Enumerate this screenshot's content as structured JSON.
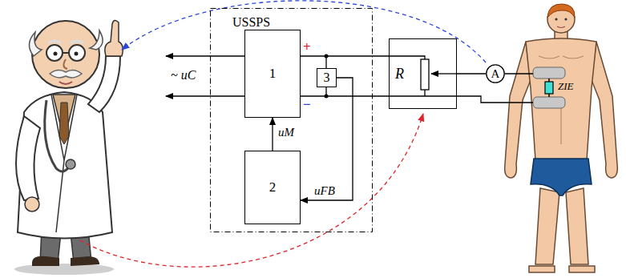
{
  "diagram": {
    "nodes": [
      {
        "text": [
          "USSPS"
        ]
      },
      {
        "text": [
          "1"
        ],
        "in": 0
      },
      {
        "text": [
          "2"
        ],
        "in": 0
      },
      {
        "text": [
          "3"
        ],
        "in": 0
      },
      {
        "text": [
          "R"
        ]
      },
      {
        "text": [
          "A"
        ]
      }
    ],
    "edges": [
      {
        "from": 1,
        "to": 4,
        "arrow": "none"
      },
      {
        "from": 1,
        "to": 4,
        "arrow": "none"
      },
      {
        "from": 4,
        "to": 5,
        "arrow": "none"
      },
      {
        "from": 2,
        "to": 1,
        "arrow": "to",
        "label": "uM"
      },
      {
        "from": 3,
        "to": 2,
        "arrow": "to",
        "label": "uFB"
      }
    ],
    "labels": [
      "~ uC",
      "+",
      "−",
      "ZIE"
    ]
  }
}
